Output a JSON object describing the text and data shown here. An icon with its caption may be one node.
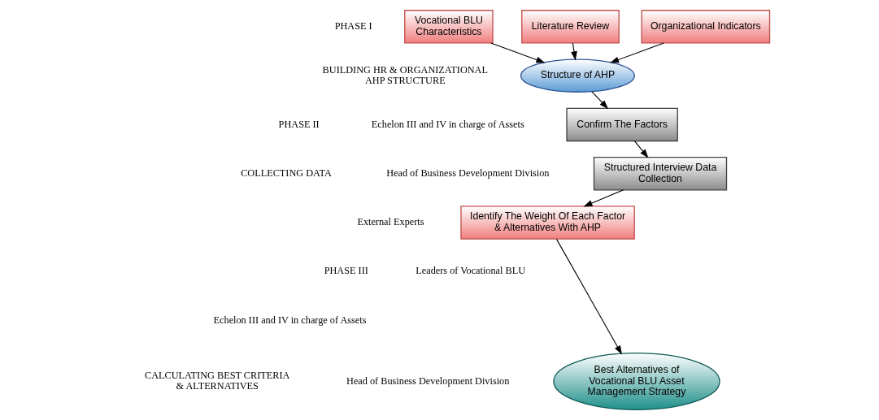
{
  "diagram": {
    "nodes": [
      {
        "text": [
          "Vocational BLU Characteristics"
        ]
      },
      {
        "text": [
          "Literature Review"
        ]
      },
      {
        "text": [
          "Organizational Indicators"
        ]
      },
      {
        "text": [
          "Structure of AHP"
        ]
      },
      {
        "text": [
          "Confirm The Factors"
        ]
      },
      {
        "text": [
          "Structured Interview Data Collection"
        ]
      },
      {
        "text": [
          "Identify The Weight Of Each Factor & Alternatives With AHP"
        ]
      },
      {
        "text": [
          "Best Alternatives of Vocational BLU Asset Management Strategy"
        ]
      }
    ],
    "edges": [
      {
        "from": 0,
        "to": 3,
        "arrow": "to"
      },
      {
        "from": 1,
        "to": 3,
        "arrow": "to"
      },
      {
        "from": 2,
        "to": 3,
        "arrow": "to"
      },
      {
        "from": 3,
        "to": 4,
        "arrow": "to"
      },
      {
        "from": 4,
        "to": 5,
        "arrow": "to"
      },
      {
        "from": 5,
        "to": 6,
        "arrow": "to"
      },
      {
        "from": 6,
        "to": 7,
        "arrow": "to"
      }
    ],
    "labels": [
      "PHASE I",
      "BUILDING HR & ORGANIZATIONAL AHP STRUCTURE",
      "PHASE II",
      "COLLECTING DATA",
      "Echelon III and IV in charge of Assets",
      "Head of Business Development Division",
      "PHASE III",
      "CALCULATING BEST CRITERIA & ALTERNATIVES",
      "External Experts",
      "Leaders of Vocational BLU",
      "Echelon III and IV in charge of Assets",
      "Head of Business Development Division"
    ]
  }
}
